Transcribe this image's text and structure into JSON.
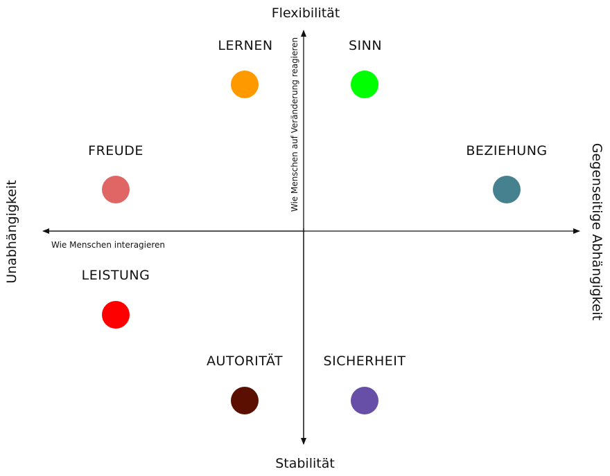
{
  "poles": {
    "top": "Flexibilität",
    "bottom": "Stabilität",
    "left": "Unabhängigkeit",
    "right": "Gegenseitige Abhängigkeit"
  },
  "axis_captions": {
    "vertical": "Wie Menschen auf Veränderung reagieren",
    "horizontal": "Wie Menschen interagieren"
  },
  "values": [
    {
      "id": "lernen",
      "label": "LERNEN",
      "color": "#FF9900"
    },
    {
      "id": "sinn",
      "label": "SINN",
      "color": "#00FF00"
    },
    {
      "id": "freude",
      "label": "FREUDE",
      "color": "#E06666"
    },
    {
      "id": "beziehung",
      "label": "BEZIEHUNG",
      "color": "#45818E"
    },
    {
      "id": "leistung",
      "label": "LEISTUNG",
      "color": "#FF0000"
    },
    {
      "id": "autoritaet",
      "label": "AUTORITÄT",
      "color": "#5B0F00"
    },
    {
      "id": "sicherheit",
      "label": "SICHERHEIT",
      "color": "#674EA7"
    }
  ]
}
